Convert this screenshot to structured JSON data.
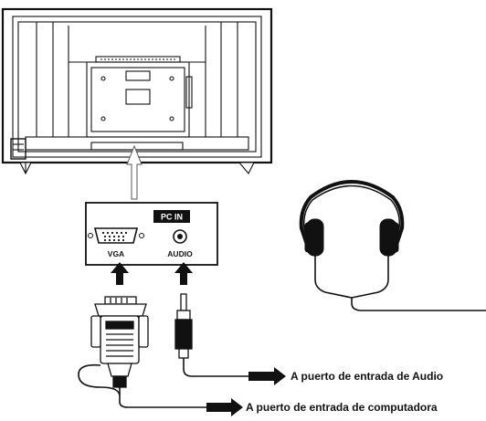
{
  "panel": {
    "pc_in_label": "PC IN",
    "vga_label": "VGA",
    "audio_label": "AUDIO"
  },
  "callouts": {
    "audio": "A puerto de entrada de Audio",
    "computer": "A puerto de entrada de computadora"
  }
}
